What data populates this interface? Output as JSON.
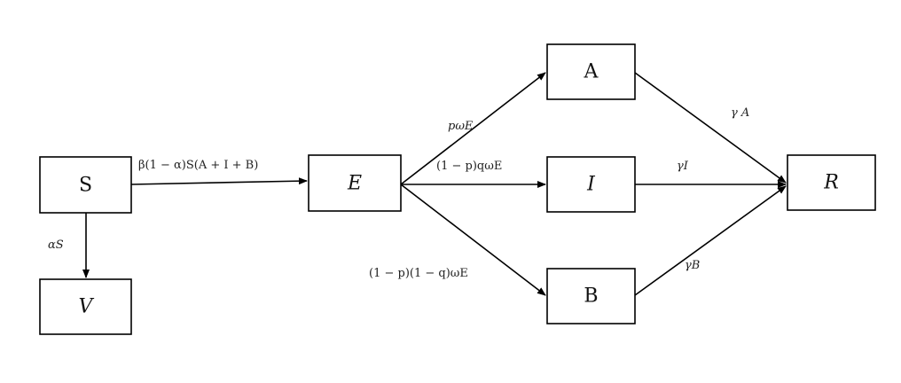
{
  "nodes": {
    "S": "S",
    "V": "V",
    "E": "E",
    "A": "A",
    "I": "I",
    "B": "B",
    "R": "R"
  },
  "edges": {
    "s_to_e": "β(1 − α)S(A + I + B)",
    "s_to_v": "αS",
    "e_to_a": "pωE",
    "e_to_i": "(1 − p)qωE",
    "e_to_b": "(1 − p)(1 − q)ωE",
    "a_to_r": "γ A",
    "i_to_r": "γI",
    "b_to_r": "γB"
  }
}
